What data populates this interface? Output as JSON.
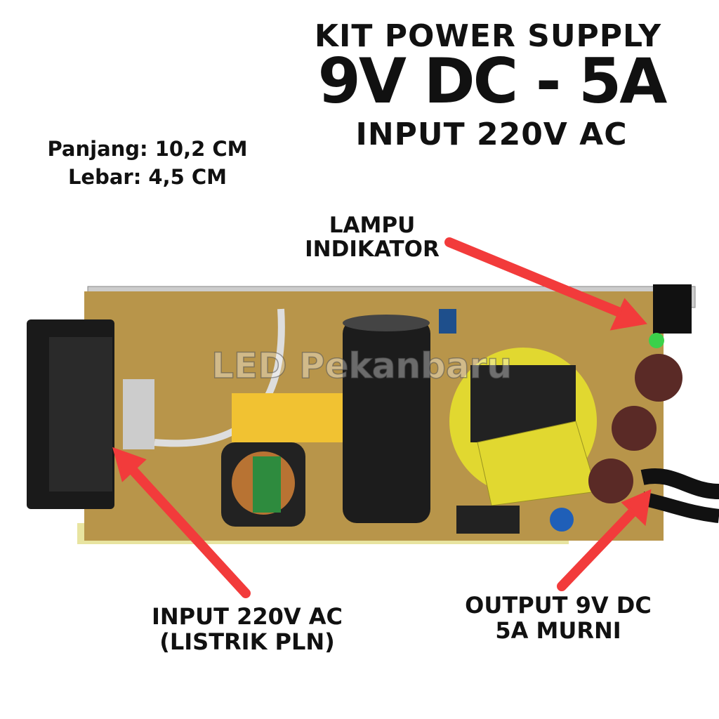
{
  "title": {
    "line1": "KIT POWER SUPPLY",
    "line2": "9V DC - 5A",
    "line3": "INPUT 220V AC"
  },
  "dimensions": {
    "length": "Panjang: 10,2 CM",
    "width": "Lebar: 4,5 CM"
  },
  "callouts": {
    "indicator": {
      "line1": "LAMPU",
      "line2": "INDIKATOR"
    },
    "input": {
      "line1": "INPUT 220V AC",
      "line2": "(LISTRIK PLN)"
    },
    "output": {
      "line1": "OUTPUT 9V DC",
      "line2": "5A MURNI"
    }
  },
  "watermark": "LED Pekanbaru",
  "colors": {
    "arrow": "#f23b3b",
    "board": "#b8954a",
    "text": "#111111"
  }
}
